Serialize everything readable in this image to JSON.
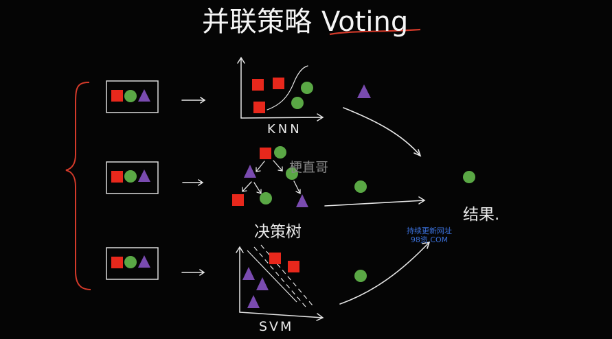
{
  "title": {
    "chinese": "并联策略",
    "english": "Voting"
  },
  "labels": {
    "knn": "KNN",
    "tree": "决策树",
    "svm": "SVM",
    "result": "结果."
  },
  "watermarks": {
    "center": "梗直哥",
    "line1": "持续更新网址",
    "line2": "98资.COM"
  },
  "colors": {
    "background": "#050505",
    "red": "#e8281c",
    "green": "#5aa845",
    "purple": "#7a4bb0",
    "ink": "#e6e6e6",
    "brace": "#d43a2a"
  }
}
